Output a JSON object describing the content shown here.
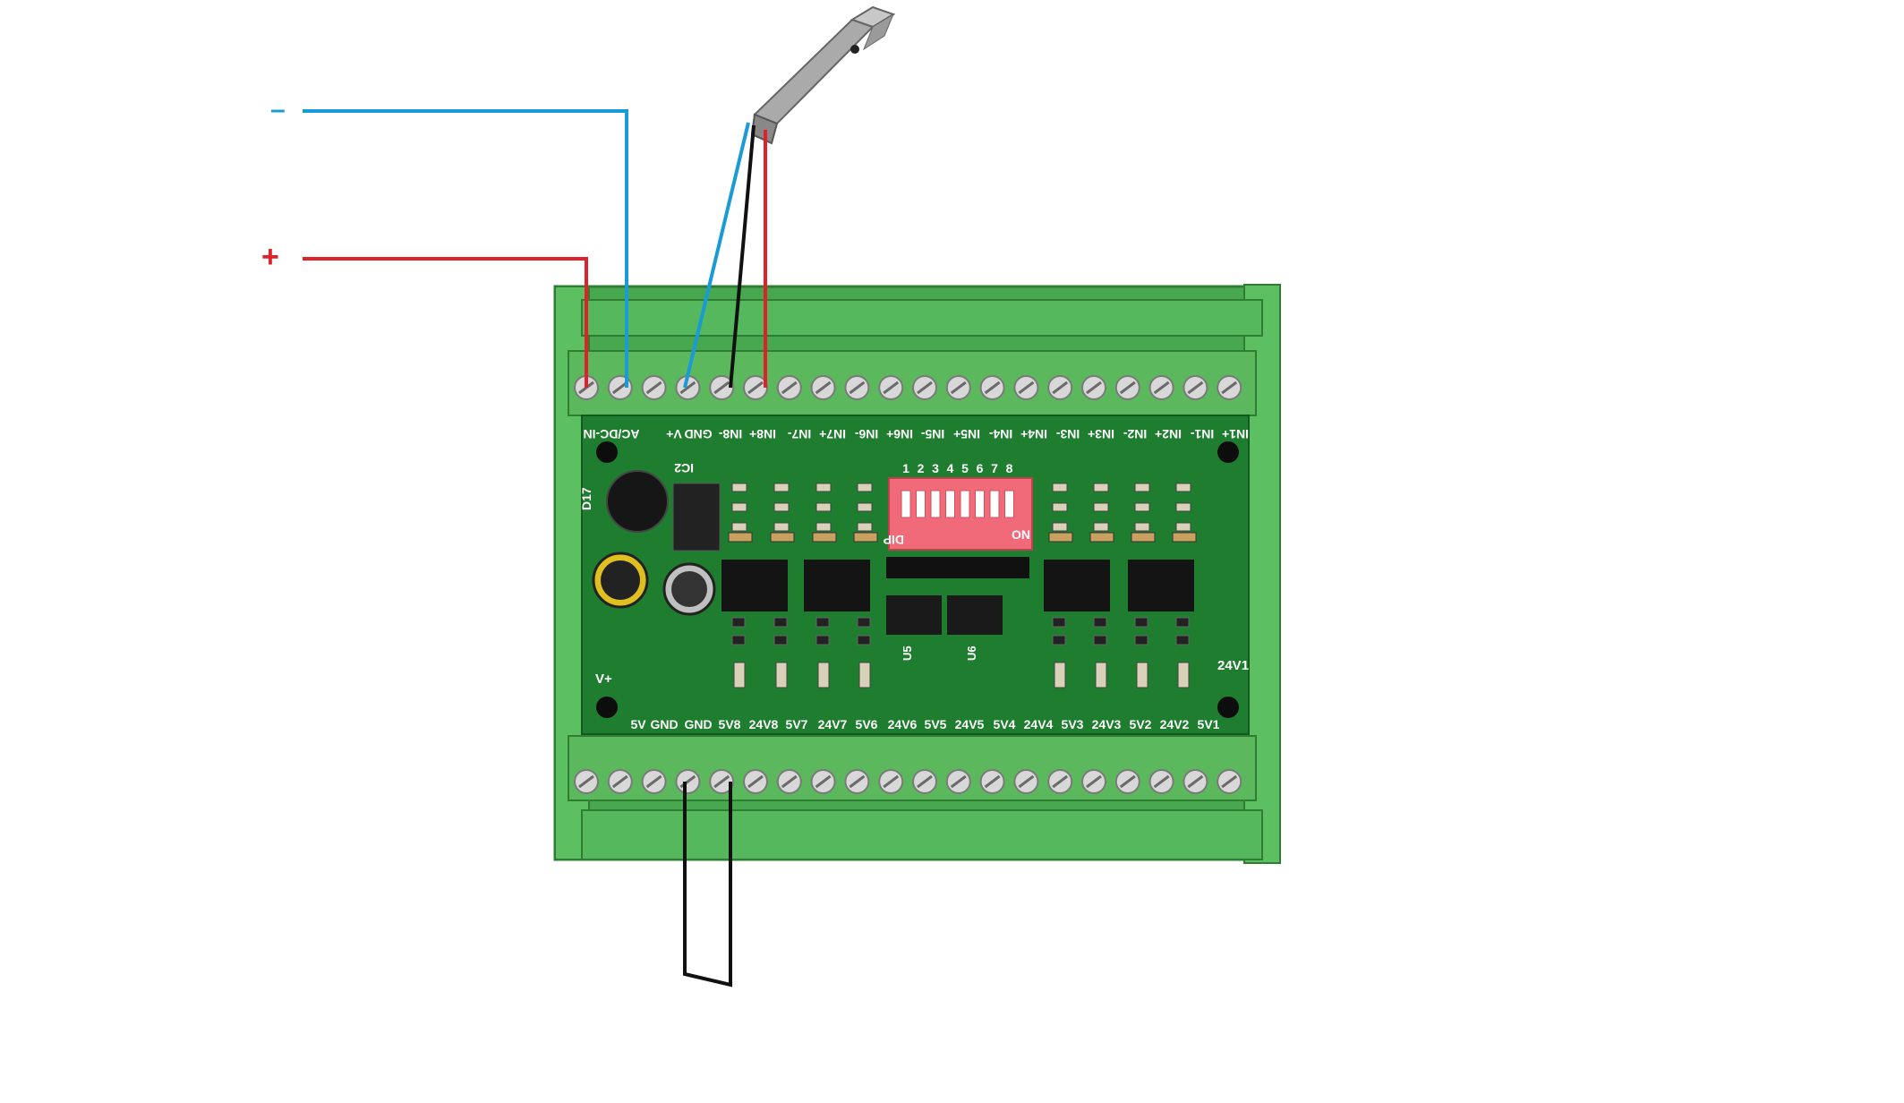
{
  "supply": {
    "minus_label": "–",
    "plus_label": "+"
  },
  "top_terminals": [
    "AC/DC-IN",
    "V+",
    "GND",
    "IN8-",
    "IN8+",
    "IN7-",
    "IN7+",
    "IN6-",
    "IN6+",
    "IN5-",
    "IN5+",
    "IN4-",
    "IN4+",
    "IN3-",
    "IN3+",
    "IN2-",
    "IN2+",
    "IN1-",
    "IN1+"
  ],
  "bottom_terminals": [
    "5V",
    "GND",
    "GND",
    "5V8",
    "24V8",
    "5V7",
    "24V7",
    "5V6",
    "24V6",
    "5V5",
    "24V5",
    "5V4",
    "24V4",
    "5V3",
    "24V3",
    "5V2",
    "24V2",
    "5V1"
  ],
  "board_labels": {
    "dip": "DIP",
    "on": "ON",
    "v_plus": "V+",
    "v24": "24V1",
    "u5": "U5",
    "u6": "U6",
    "ic2": "IC2",
    "d17": "D17"
  },
  "dip_numbers": [
    "1",
    "2",
    "3",
    "4",
    "5",
    "6",
    "7",
    "8"
  ],
  "colors": {
    "board": "#1e7d2f",
    "housing": "#4caf50",
    "terminal": "#5cb85c",
    "wire_blue": "#1a9ad6",
    "wire_red": "#e0202a",
    "wire_black": "#111111",
    "dip": "#f06a7a"
  }
}
